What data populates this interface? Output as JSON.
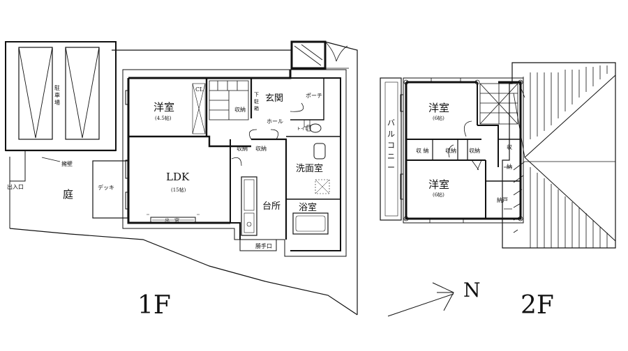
{
  "floor1": {
    "label": "1F",
    "rooms": {
      "youshitsu": "洋室",
      "youshitsu_size": "(4.5帖)",
      "cl": "CL",
      "shuunou1": "収納",
      "shuunou2": "収納",
      "shuunou3": "収納",
      "shita_chuushaku": [
        "下",
        "駐",
        "箱"
      ],
      "genkan": "玄関",
      "hall": "ホール",
      "toilet": "トイレ",
      "porch": "ポーチ",
      "ldk": "LDK",
      "ldk_size": "(15帖)",
      "deck": "デッキ",
      "senmenshitsu": "洗面室",
      "daidokoro": "台所",
      "yokushitsu": "浴室",
      "demado": "出　窓",
      "tesuri": "勝手口"
    },
    "site": {
      "parking": "駐 車 場",
      "yoheki": "擁壁",
      "deiriguchi": "出入口",
      "niwa": "庭"
    }
  },
  "floor2": {
    "label": "2F",
    "rooms": {
      "youshitsu_a": "洋室",
      "youshitsu_a_size": "(6帖)",
      "youshitsu_b": "洋室",
      "youshitsu_b_size": "(6帖)",
      "shuunou1": "収 納",
      "shuunou2": "収納",
      "shuunou3": "収納",
      "shuunou_v": [
        "収",
        "納"
      ],
      "balcony": [
        "バ",
        "ル",
        "コ",
        "ニ",
        "ー"
      ],
      "nando": "納戸"
    }
  },
  "compass": {
    "north": "N"
  }
}
